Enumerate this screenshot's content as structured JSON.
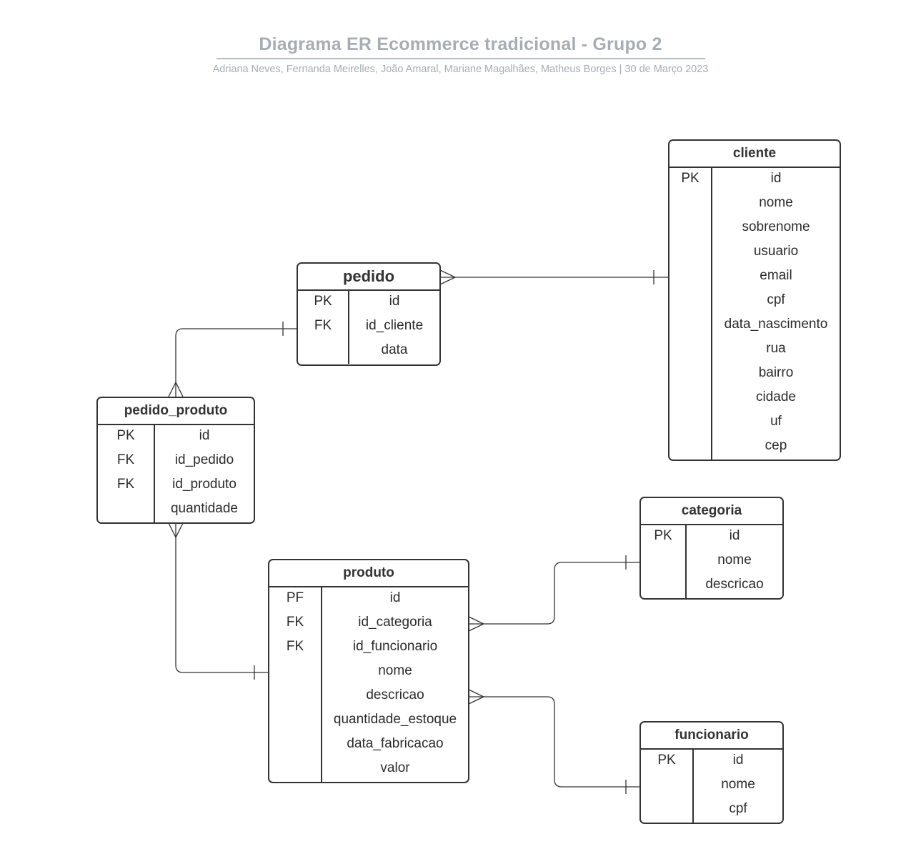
{
  "header": {
    "title": "Diagrama ER Ecommerce tradicional - Grupo 2",
    "subtitle": "Adriana Neves, Fernanda Meirelles, João Amaral, Mariane Magalhães, Matheus Borges |  30 de Março 2023"
  },
  "entities": {
    "cliente": {
      "name": "cliente",
      "rows": [
        {
          "key": "PK",
          "field": "id"
        },
        {
          "key": "",
          "field": "nome"
        },
        {
          "key": "",
          "field": "sobrenome"
        },
        {
          "key": "",
          "field": "usuario"
        },
        {
          "key": "",
          "field": "email"
        },
        {
          "key": "",
          "field": "cpf"
        },
        {
          "key": "",
          "field": "data_nascimento"
        },
        {
          "key": "",
          "field": "rua"
        },
        {
          "key": "",
          "field": "bairro"
        },
        {
          "key": "",
          "field": "cidade"
        },
        {
          "key": "",
          "field": "uf"
        },
        {
          "key": "",
          "field": "cep"
        }
      ]
    },
    "pedido": {
      "name": "pedido",
      "rows": [
        {
          "key": "PK",
          "field": "id"
        },
        {
          "key": "FK",
          "field": "id_cliente"
        },
        {
          "key": "",
          "field": "data"
        }
      ]
    },
    "pedido_produto": {
      "name": "pedido_produto",
      "rows": [
        {
          "key": "PK",
          "field": "id"
        },
        {
          "key": "FK",
          "field": "id_pedido"
        },
        {
          "key": "FK",
          "field": "id_produto"
        },
        {
          "key": "",
          "field": "quantidade"
        }
      ]
    },
    "produto": {
      "name": "produto",
      "rows": [
        {
          "key": "PF",
          "field": "id"
        },
        {
          "key": "FK",
          "field": "id_categoria"
        },
        {
          "key": "FK",
          "field": "id_funcionario"
        },
        {
          "key": "",
          "field": "nome"
        },
        {
          "key": "",
          "field": "descricao"
        },
        {
          "key": "",
          "field": "quantidade_estoque"
        },
        {
          "key": "",
          "field": "data_fabricacao"
        },
        {
          "key": "",
          "field": "valor"
        }
      ]
    },
    "categoria": {
      "name": "categoria",
      "rows": [
        {
          "key": "PK",
          "field": "id"
        },
        {
          "key": "",
          "field": "nome"
        },
        {
          "key": "",
          "field": "descricao"
        }
      ]
    },
    "funcionario": {
      "name": "funcionario",
      "rows": [
        {
          "key": "PK",
          "field": "id"
        },
        {
          "key": "",
          "field": "nome"
        },
        {
          "key": "",
          "field": "cpf"
        }
      ]
    }
  },
  "relationships": [
    {
      "from": "pedido",
      "to": "cliente",
      "from_cardinality": "many",
      "to_cardinality": "one"
    },
    {
      "from": "pedido_produto",
      "to": "pedido",
      "from_cardinality": "many",
      "to_cardinality": "one"
    },
    {
      "from": "pedido_produto",
      "to": "produto",
      "from_cardinality": "many",
      "to_cardinality": "one"
    },
    {
      "from": "produto",
      "to": "categoria",
      "from_cardinality": "many",
      "to_cardinality": "one"
    },
    {
      "from": "produto",
      "to": "funcionario",
      "from_cardinality": "many",
      "to_cardinality": "one"
    }
  ],
  "colors": {
    "line": "#333333",
    "header_text": "#a7adb5"
  }
}
